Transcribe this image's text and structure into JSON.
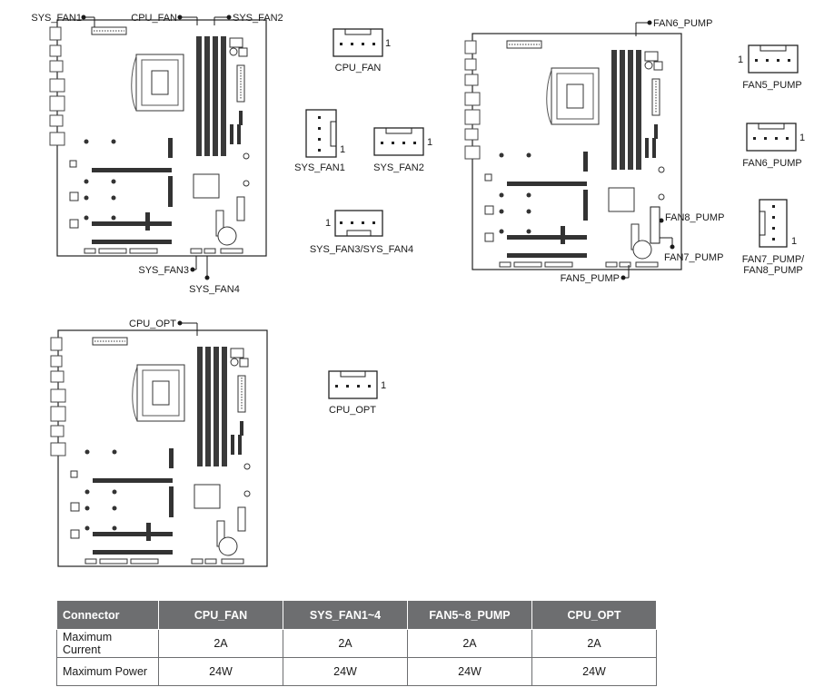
{
  "diagram": {
    "board1_labels": {
      "sys_fan1": "SYS_FAN1",
      "cpu_fan": "CPU_FAN",
      "sys_fan2": "SYS_FAN2",
      "sys_fan3": "SYS_FAN3",
      "sys_fan4": "SYS_FAN4"
    },
    "board2_labels": {
      "fan6_pump": "FAN6_PUMP",
      "fan8_pump": "FAN8_PUMP",
      "fan7_pump": "FAN7_PUMP",
      "fan5_pump": "FAN5_PUMP"
    },
    "board3_labels": {
      "cpu_opt": "CPU_OPT"
    },
    "headers": [
      {
        "name": "CPU_FAN",
        "pin1": "1"
      },
      {
        "name": "SYS_FAN1",
        "pin1": "1"
      },
      {
        "name": "SYS_FAN2",
        "pin1": "1"
      },
      {
        "name": "SYS_FAN3/SYS_FAN4",
        "pin1": "1"
      },
      {
        "name": "FAN5_PUMP",
        "pin1": "1"
      },
      {
        "name": "FAN6_PUMP",
        "pin1": "1"
      },
      {
        "name_line1": "FAN7_PUMP/",
        "name_line2": "FAN8_PUMP",
        "pin1": "1"
      },
      {
        "name": "CPU_OPT",
        "pin1": "1"
      }
    ]
  },
  "table": {
    "headers": [
      "Connector",
      "CPU_FAN",
      "SYS_FAN1~4",
      "FAN5~8_PUMP",
      "CPU_OPT"
    ],
    "rows": [
      [
        "Maximum Current",
        "2A",
        "2A",
        "2A",
        "2A"
      ],
      [
        "Maximum Power",
        "24W",
        "24W",
        "24W",
        "24W"
      ]
    ]
  }
}
